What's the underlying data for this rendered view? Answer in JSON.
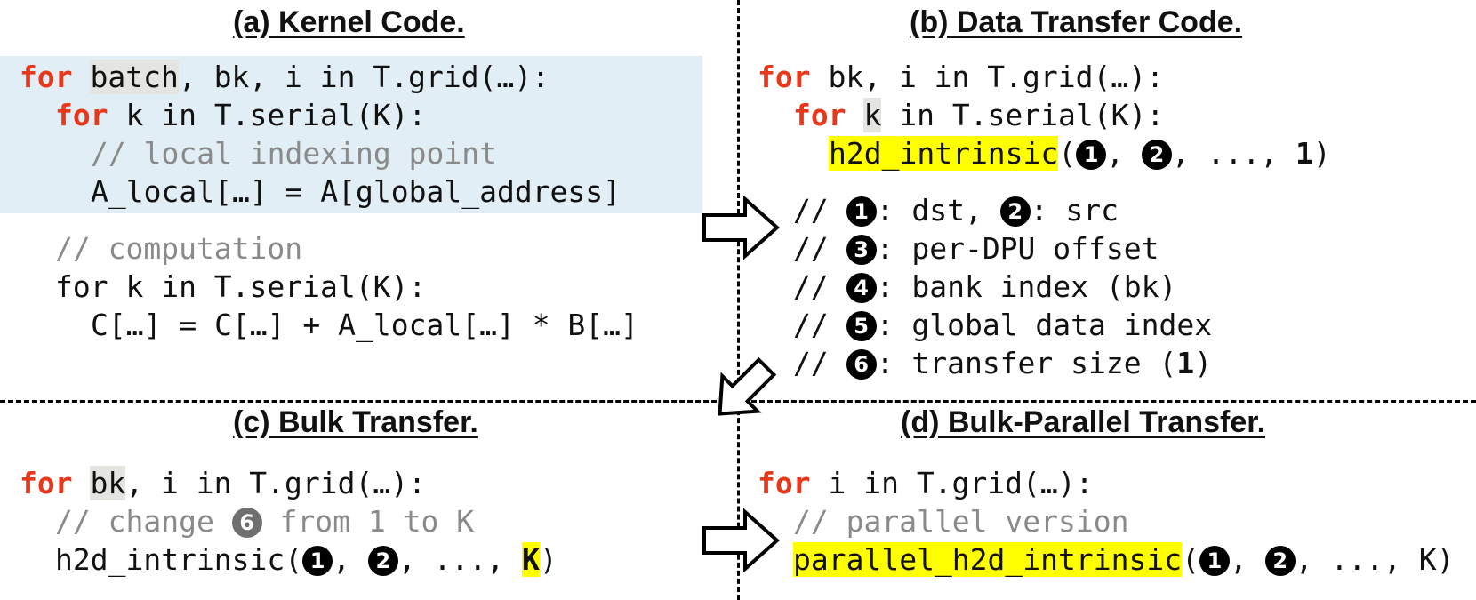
{
  "panels": {
    "a": {
      "title": "(a) Kernel Code.",
      "lines": [
        {
          "kw": "for",
          "hl": "batch",
          "rest": ", bk, i in T.grid(…):"
        },
        {
          "kw": "for",
          "rest": " k in T.serial(K):"
        },
        {
          "comment": "// local indexing point"
        },
        {
          "text": "A_local[…] = A[global_address]"
        },
        {
          "comment": "// computation"
        },
        {
          "text": "for k in T.serial(K):"
        },
        {
          "text": "C[…] = C[…] + A_local[…] * B[…]"
        }
      ]
    },
    "b": {
      "title": "(b) Data Transfer Code.",
      "line1": {
        "kw": "for",
        "rest": " bk, i in T.grid(…):"
      },
      "line2": {
        "kw": "for",
        "pre": " ",
        "hl": "k",
        "rest": " in T.serial(K):"
      },
      "line3": {
        "fn": "h2d_intrinsic",
        "open": "(",
        "c1": "❶",
        "sep1": ", ",
        "c2": "❷",
        "mid": ", ..., ",
        "val": "1",
        "close": ")"
      },
      "comments": [
        {
          "prefix": "// ",
          "num": "1",
          "text": ": dst, ",
          "num2": "2",
          "text2": ": src"
        },
        {
          "prefix": "// ",
          "num": "3",
          "text": ": per-DPU offset"
        },
        {
          "prefix": "// ",
          "num": "4",
          "text": ": bank index (bk)"
        },
        {
          "prefix": "// ",
          "num": "5",
          "text": ": global data index"
        },
        {
          "prefix": "// ",
          "num": "6",
          "text": ": transfer size (",
          "val": "1",
          "close": ")"
        }
      ]
    },
    "c": {
      "title": "(c) Bulk Transfer.",
      "line1": {
        "kw": "for",
        "hl": "bk",
        "rest": ", i in T.grid(…):"
      },
      "line2": {
        "pre": "// change ",
        "num": "6",
        "post": " from 1 to K"
      },
      "line3": {
        "fn": "h2d_intrinsic(",
        "c1": "1",
        "sep1": ", ",
        "c2": "2",
        "mid": ", ..., ",
        "val": "K",
        "close": ")"
      }
    },
    "d": {
      "title": "(d) Bulk-Parallel Transfer.",
      "line1": {
        "kw": "for",
        "rest": " i in T.grid(…):"
      },
      "line2": {
        "comment": "// parallel version"
      },
      "line3": {
        "fn": "parallel_h2d_intrinsic",
        "open": "(",
        "c1": "1",
        "sep1": ", ",
        "c2": "2",
        "mid": ", ..., ",
        "val": "K",
        "close": ")"
      }
    }
  }
}
